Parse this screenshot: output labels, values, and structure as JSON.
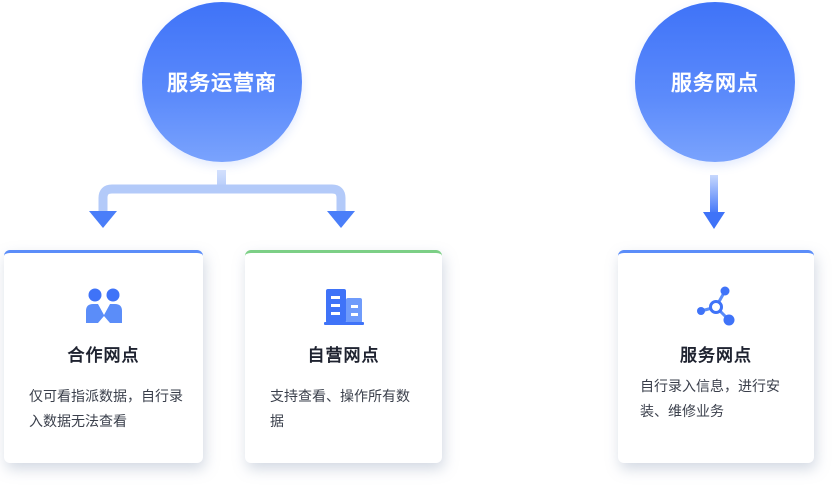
{
  "operator": {
    "label": "服务运营商"
  },
  "service_point_top": {
    "label": "服务网点"
  },
  "cards": [
    {
      "title": "合作网点",
      "description": "仅可看指派数据，自行录入数据无法查看",
      "accent": "#5b8df9",
      "icon": "two-people-icon"
    },
    {
      "title": "自营网点",
      "description": "支持查看、操作所有数据",
      "accent": "#7ccf86",
      "icon": "buildings-icon"
    },
    {
      "title": "服务网点",
      "description": "自行录入信息，进行安装、维修业务",
      "accent": "#5b8df9",
      "icon": "share-nodes-icon"
    }
  ],
  "colors": {
    "primary": "#3f73f8",
    "connector": "#a8c2fb",
    "text": "#1f2330"
  }
}
